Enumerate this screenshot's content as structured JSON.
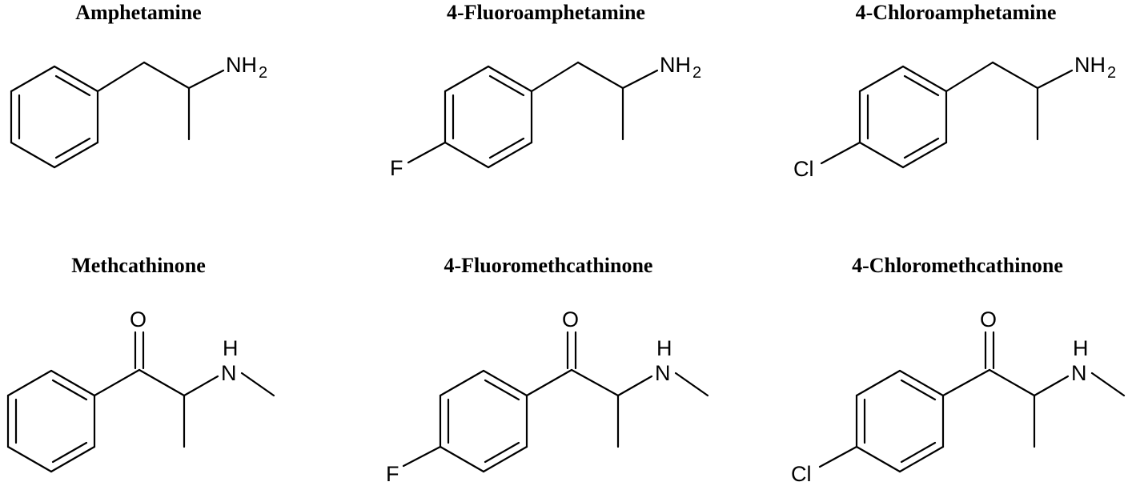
{
  "figure": {
    "compounds": [
      {
        "name": "Amphetamine",
        "amine": "NH",
        "amine_sub": "2"
      },
      {
        "name": "4-Fluoroamphetamine",
        "amine": "NH",
        "amine_sub": "2",
        "substituent": "F"
      },
      {
        "name": "4-Chloroamphetamine",
        "amine": "NH",
        "amine_sub": "2",
        "substituent": "Cl"
      },
      {
        "name": "Methcathinone",
        "oxygen": "O",
        "nh_n": "N",
        "nh_h": "H"
      },
      {
        "name": "4-Fluoromethcathinone",
        "oxygen": "O",
        "nh_n": "N",
        "nh_h": "H",
        "substituent": "F"
      },
      {
        "name": "4-Chloromethcathinone",
        "oxygen": "O",
        "nh_n": "N",
        "nh_h": "H",
        "substituent": "Cl"
      }
    ]
  }
}
